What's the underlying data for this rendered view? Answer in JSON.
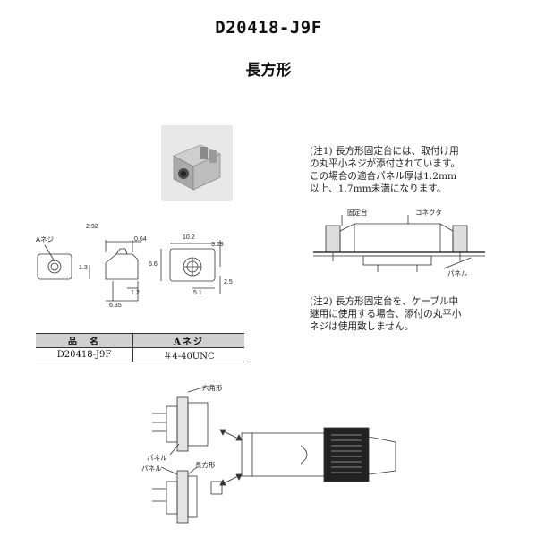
{
  "header": {
    "part_number": "D20418-J9F",
    "shape": "長方形"
  },
  "dimension_drawing": {
    "callout_a_screw": "Aネジ",
    "dims": {
      "d_2_92": "2.92",
      "d_0_64": "0.64",
      "d_10_2": "10.2",
      "d_3_28": "3.28",
      "d_1_3": "1.3",
      "d_6_6": "6.6",
      "d_2_5": "2.5",
      "d_1_2": "1.2",
      "d_6_35": "6.35",
      "d_5_1": "5.1"
    }
  },
  "spec_table": {
    "headers": [
      "品　名",
      "Aネジ"
    ],
    "rows": [
      [
        "D20418-J9F",
        "＃4-40UNC"
      ]
    ]
  },
  "note1": {
    "lines": [
      "(注1)  長方形固定台には、取付け用",
      "の丸平小ネジが添付されています。",
      "この場合の適合パネル厚は1.2mm",
      "以上、1.7mm未満になります。"
    ]
  },
  "mount_diagram": {
    "label_fixing_base": "固定台",
    "label_connector": "コネクタ",
    "label_panel": "パネル"
  },
  "note2": {
    "lines": [
      "(注2)  長方形固定台を、ケーブル中",
      "継用に使用する場合、添付の丸平小",
      "ネジは使用致しません。"
    ]
  },
  "usage_diagram": {
    "label_hexagon": "六角形",
    "label_panel_top": "パネル",
    "label_panel_bottom": "パネル",
    "label_rectangle": "長方形"
  }
}
